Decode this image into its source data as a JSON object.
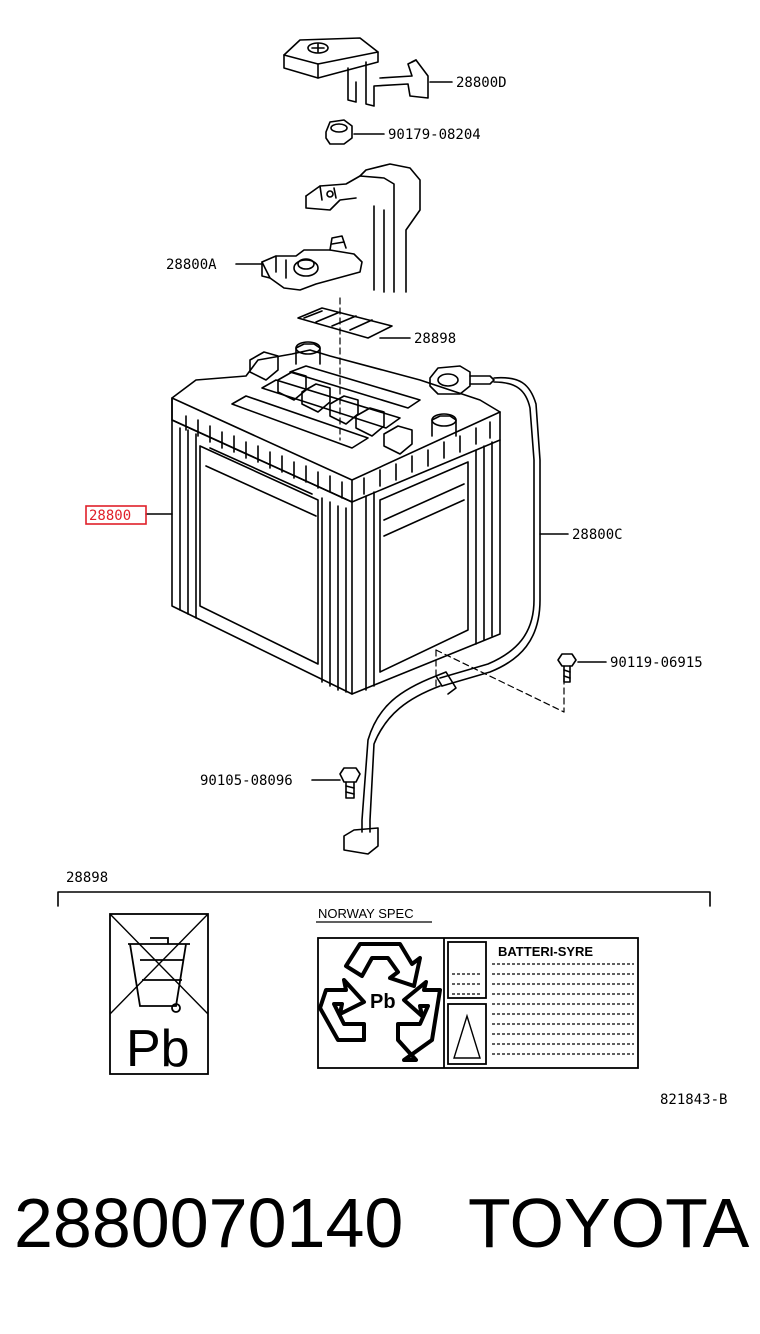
{
  "labels": {
    "terminal_cover": "28800D",
    "nut": "90179-08204",
    "clamp": "28800A",
    "label_part": "28898",
    "battery": "28800",
    "cable": "28800C",
    "bolt_right": "90119-06915",
    "bolt_left": "90105-08096"
  },
  "label_section": {
    "title": "28898",
    "norway_spec": "NORWAY SPEC",
    "pb_symbol": "Pb",
    "recycle_symbol": "Pb",
    "warning_title": "BATTERI-SYRE"
  },
  "diagram_code": "821843-B",
  "footer": {
    "part_number": "2880070140",
    "brand": "TOYOTA"
  },
  "colors": {
    "highlight": "#e0202a",
    "line": "#000000"
  }
}
